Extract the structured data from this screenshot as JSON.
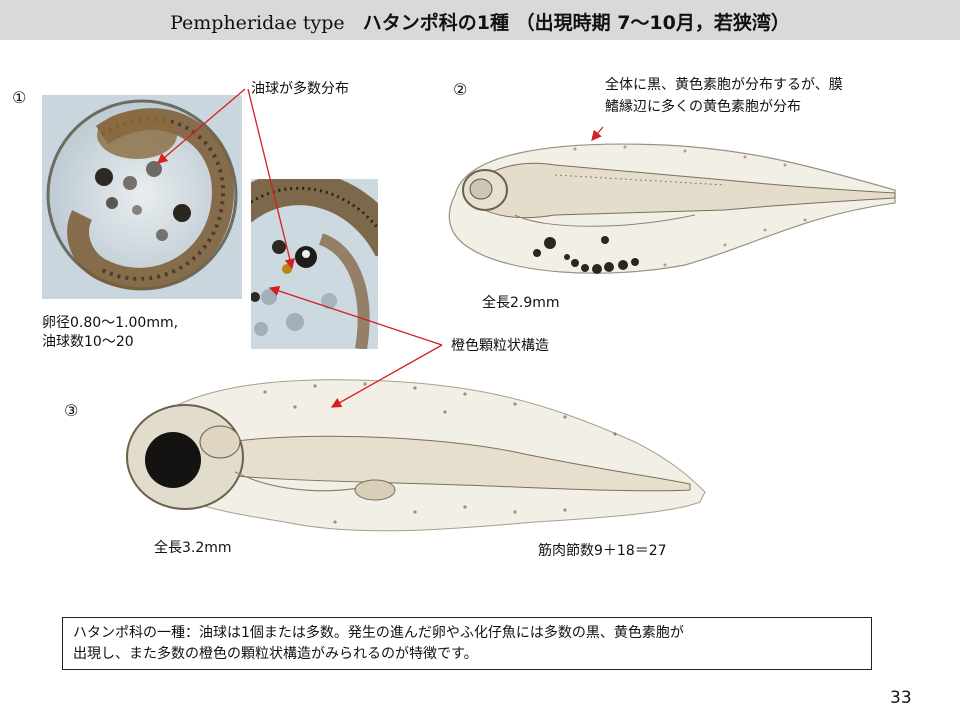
{
  "slide": {
    "title_latin": "Pempheridae type",
    "title_jp": "ハタンポ科の1種 （出現時期 7〜10月，若狭湾）",
    "page_number": "33"
  },
  "labels": {
    "marker_1": "①",
    "marker_2": "②",
    "marker_3": "③",
    "oil_globules": "油球が多数分布",
    "egg_diameter": "卵径0.80〜1.00mm,",
    "oil_count": "油球数10〜20",
    "pigment_line1": "全体に黒、黄色素胞が分布するが、膜",
    "pigment_line2": "鰭縁辺に多くの黄色素胞が分布",
    "length_2": "全長2.9mm",
    "orange_granules": "橙色顆粒状構造",
    "length_3": "全長3.2mm",
    "myomeres": "筋肉節数9＋18＝27"
  },
  "caption": {
    "line1": "ハタンポ科の一種：油球は1個または多数。発生の進んだ卵やふ化仔魚には多数の黒、黄色素胞が",
    "line2": "出現し、また多数の橙色の顆粒状構造がみられるのが特徴です。"
  },
  "colors": {
    "arrow": "#d42020",
    "title_bar": "#d9d9d9",
    "photo_bg": "#cfdbe2"
  }
}
